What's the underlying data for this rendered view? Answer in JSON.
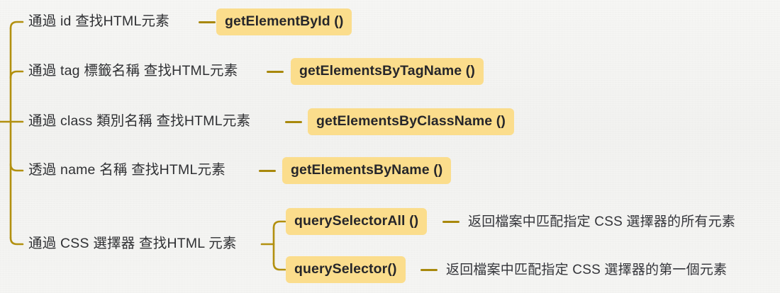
{
  "diagram": {
    "title": "HTML DOM element selection methods",
    "colors": {
      "background": "#f4f4f2",
      "bracket": "#b2900f",
      "connector": "#a8880c",
      "pill_fill": "#fbdd8c",
      "pill_text": "#26262a",
      "label_text": "#2f3033"
    },
    "branches": [
      {
        "label": "通過 id 查找HTML元素",
        "method": "getElementById ()",
        "description": ""
      },
      {
        "label": "通過 tag 標籤名稱 查找HTML元素",
        "method": "getElementsByTagName ()",
        "description": ""
      },
      {
        "label": "通過 class 類別名稱 查找HTML元素",
        "method": "getElementsByClassName ()",
        "description": ""
      },
      {
        "label": "透過 name 名稱 查找HTML元素",
        "method": "getElementsByName ()",
        "description": ""
      },
      {
        "label": "通過 CSS 選擇器 查找HTML 元素",
        "method": "",
        "description": "",
        "children": [
          {
            "method": "querySelectorAll ()",
            "description": "返回檔案中匹配指定 CSS 選擇器的所有元素"
          },
          {
            "method": "querySelector()",
            "description": "返回檔案中匹配指定 CSS 選擇器的第一個元素"
          }
        ]
      }
    ]
  }
}
